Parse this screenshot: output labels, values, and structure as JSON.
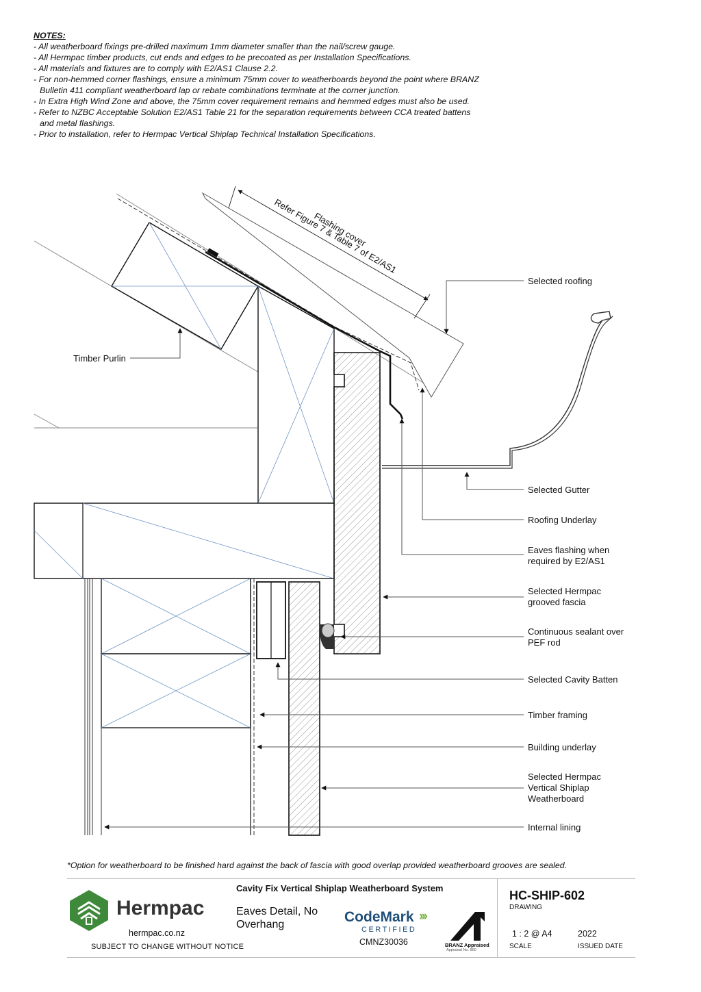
{
  "notes": {
    "title": "NOTES:",
    "lines": [
      "- All weatherboard fixings pre-drilled maximum 1mm diameter smaller than the nail/screw gauge.",
      "- All Hermpac timber products, cut ends and edges to be precoated as per Installation Specifications.",
      "- All materials and fixtures are to comply with E2/AS1 Clause 2.2.",
      "- For non-hemmed corner flashings, ensure a minimum 75mm cover to weatherboards beyond the point where BRANZ Bulletin 411 compliant weatherboard lap or rebate combinations terminate at the corner junction.",
      "- In Extra High Wind Zone and above, the 75mm cover requirement remains and hemmed edges must also be used.",
      "- Refer to NZBC Acceptable Solution E2/AS1 Table 21 for the separation requirements between CCA treated battens and metal flashings.",
      "- Prior to installation, refer to Hermpac Vertical Shiplap Technical Installation Specifications."
    ]
  },
  "drawing": {
    "dimension": {
      "line1": "Flashing cover",
      "line2": "Refer Figure 7 & Table 7 of E2/AS1"
    },
    "labels": {
      "timber_purlin": "Timber Purlin",
      "selected_roofing": "Selected roofing",
      "selected_gutter": "Selected Gutter",
      "roofing_underlay": "Roofing Underlay",
      "eaves_flashing": [
        "Eaves flashing when",
        "required by E2/AS1"
      ],
      "grooved_fascia": [
        "Selected Hermpac",
        "grooved fascia"
      ],
      "sealant": [
        "Continuous sealant over",
        "PEF rod"
      ],
      "cavity_batten": "Selected Cavity Batten",
      "timber_framing": "Timber framing",
      "building_underlay": "Building underlay",
      "weatherboard": [
        "Selected Hermpac",
        "Vertical Shiplap",
        "Weatherboard"
      ],
      "internal_lining": "Internal lining"
    }
  },
  "footnote": "*Option for weatherboard to be finished hard against the back of fascia with good overlap provided weatherboard grooves are sealed.",
  "titleblock": {
    "brand": "Hermpac",
    "url": "hermpac.co.nz",
    "notice": "SUBJECT TO CHANGE WITHOUT NOTICE",
    "system_title": "Cavity Fix Vertical Shiplap Weatherboard System",
    "sheet_title": "Eaves Detail, No Overhang",
    "codemark": {
      "word": "CodeMark",
      "certified": "CERTIFIED",
      "number": "CMNZ30036"
    },
    "branz": {
      "label": "BRANZ Appraised",
      "number": "Appraisal No. 850"
    },
    "drawing_number": "HC-SHIP-602",
    "drawing_caption": "DRAWING",
    "scale": "1 : 2 @ A4",
    "scale_caption": "SCALE",
    "issued": "2022",
    "issued_caption": "ISSUED DATE"
  },
  "colors": {
    "brand_green": "#3f8a3a",
    "codemark_blue": "#1f4e79",
    "codemark_green": "#7fb34a",
    "cross_blue": "#6f95c6"
  }
}
